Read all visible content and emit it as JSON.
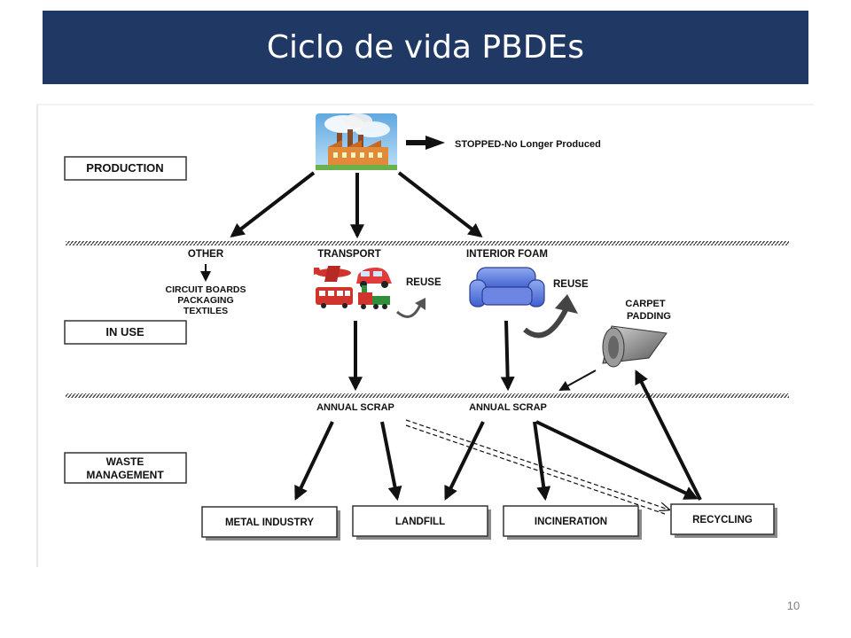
{
  "slide": {
    "title": "Ciclo de vida PBDEs",
    "page_number": "10"
  },
  "stages": {
    "production": "PRODUCTION",
    "in_use": "IN USE",
    "waste_line1": "WASTE",
    "waste_line2": "MANAGEMENT"
  },
  "production": {
    "stopped": "STOPPED-No Longer Produced"
  },
  "in_use": {
    "other": "OTHER",
    "other_items": [
      "CIRCUIT BOARDS",
      "PACKAGING",
      "TEXTILES"
    ],
    "transport": "TRANSPORT",
    "interior_foam": "INTERIOR FOAM",
    "reuse": "REUSE",
    "carpet_line1": "CARPET",
    "carpet_line2": "PADDING"
  },
  "scrap": {
    "annual_scrap": "ANNUAL SCRAP"
  },
  "destinations": [
    "METAL INDUSTRY",
    "LANDFILL",
    "INCINERATION",
    "RECYCLING"
  ]
}
